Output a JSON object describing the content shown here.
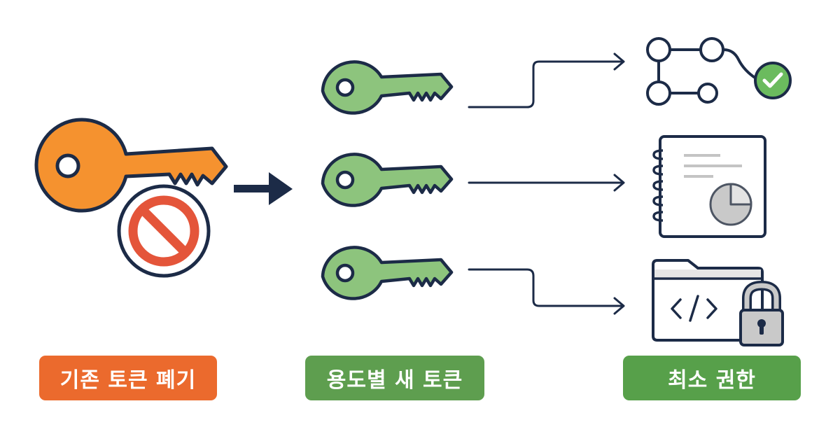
{
  "labels": {
    "old_token": "기존 토큰 폐기",
    "new_tokens": "용도별 새 토큰",
    "least_privilege": "최소 권한"
  },
  "colors": {
    "old_key": "#F5922F",
    "old_label": "#EB6A2D",
    "new_key": "#8DC47D",
    "new_label": "#5E9E4F",
    "least_label": "#57A04A",
    "outline": "#1C2B47",
    "forbidden_red": "#E4553A",
    "check_green": "#6BBB5E",
    "gray": "#BFBFBF"
  },
  "icons": {
    "old": "key-icon",
    "revoked": "prohibited-icon",
    "transform": "arrow-right-icon",
    "new": "key-icon",
    "target_1": "workflow-graph-icon",
    "target_1_badge": "check-circle-icon",
    "target_2": "report-notebook-icon",
    "target_2_chart": "pie-chart-icon",
    "target_3": "code-folder-icon",
    "target_3_badge": "padlock-icon"
  }
}
